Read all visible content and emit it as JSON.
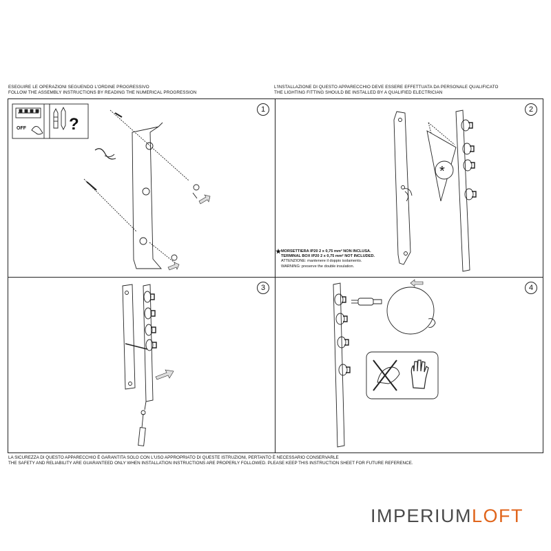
{
  "header": {
    "left_it": "ESEGUIRE LE OPERAZIONI SEGUENDO L'ORDINE PROGRESSIVO",
    "left_en": "FOLLOW THE ASSEMBLY INSTRUCTIONS BY READING THE NUMERICAL PROGRESSION",
    "right_it": "L'INSTALLAZIONE DI QUESTO APPARECCHIO DEVE ESSERE EFFETTUATA DA PERSONALE QUALIFICATO",
    "right_en": "THE LIGHTING FITTING SHOULD BE INSTALLED BY A QUALIFIED ELECTRICIAN"
  },
  "steps": [
    {
      "number": "1",
      "icon_label": "OFF"
    },
    {
      "number": "2"
    },
    {
      "number": "3"
    },
    {
      "number": "4"
    }
  ],
  "note": {
    "star": "★",
    "line1": "MORSETTIERA IP20 2 x 0,75 mm² NON INCLUSA.",
    "line2": "TERMINAL BOX IP20 2 x 0,75 mm² NOT INCLUDED.",
    "line3": "ATTENZIONE: mantenere il doppio isolamento.",
    "line4": "WARNING: preserve the double insulation."
  },
  "footer": {
    "it": "LA SICUREZZA DI QUESTO APPARECCHIO È GARANTITA SOLO CON L'USO APPROPRIATO DI QUESTE ISTRUZIONI, PERTANTO È NECESSARIO CONSERVARLE",
    "en": "THE SAFETY AND RELIABILITY ARE GUARANTEED ONLY WHEN INSTALLATION INSTRUCTIONS ARE PROPERLY FOLLOWED. PLEASE KEEP THIS INSTRUCTION SHEET FOR FUTURE REFERENCE."
  },
  "brand": {
    "part1": "IMPERIUM",
    "part2": "LOFT",
    "color1": "#4a4a4a",
    "color2": "#e0651c"
  },
  "icons": [
    "power-off-icon",
    "screws-icon",
    "hand-icon",
    "no-bare-hands-icon",
    "gloves-icon",
    "star-icon",
    "arrow-icon"
  ]
}
